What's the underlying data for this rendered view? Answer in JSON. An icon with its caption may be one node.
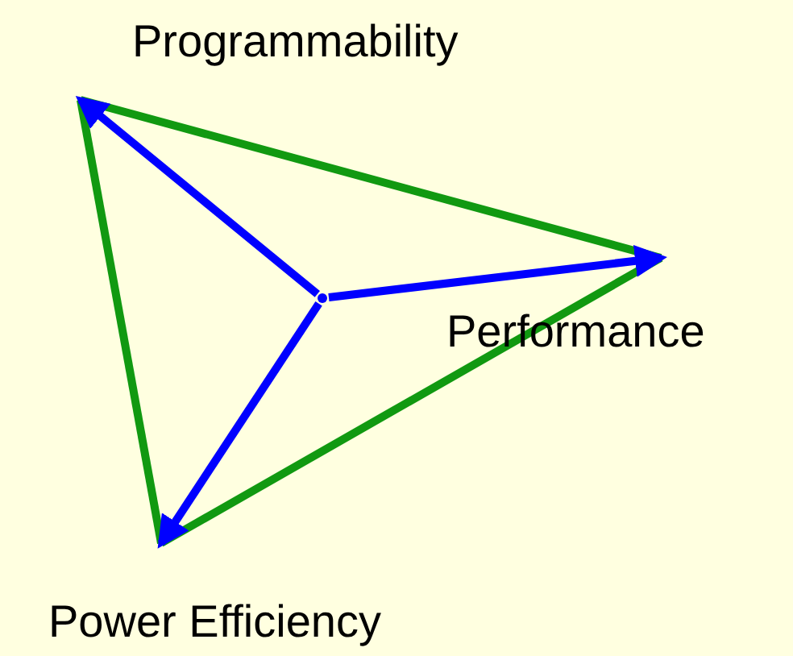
{
  "diagram": {
    "nodes": [
      {
        "text": [
          "Programmability"
        ]
      },
      {
        "text": [
          "Performance"
        ]
      },
      {
        "text": [
          "Power Efficiency"
        ]
      },
      {
        "text": [],
        "shape": "circle"
      }
    ],
    "edges": [
      {
        "from": 3,
        "to": 0,
        "arrow": "to",
        "color": "#0000ff"
      },
      {
        "from": 3,
        "to": 1,
        "arrow": "to",
        "color": "#0000ff"
      },
      {
        "from": 3,
        "to": 2,
        "arrow": "to",
        "color": "#0000ff"
      },
      {
        "from": 0,
        "to": 1,
        "arrow": "none",
        "color": "#119911"
      },
      {
        "from": 1,
        "to": 2,
        "arrow": "none",
        "color": "#119911"
      },
      {
        "from": 2,
        "to": 0,
        "arrow": "none",
        "color": "#119911"
      }
    ]
  }
}
